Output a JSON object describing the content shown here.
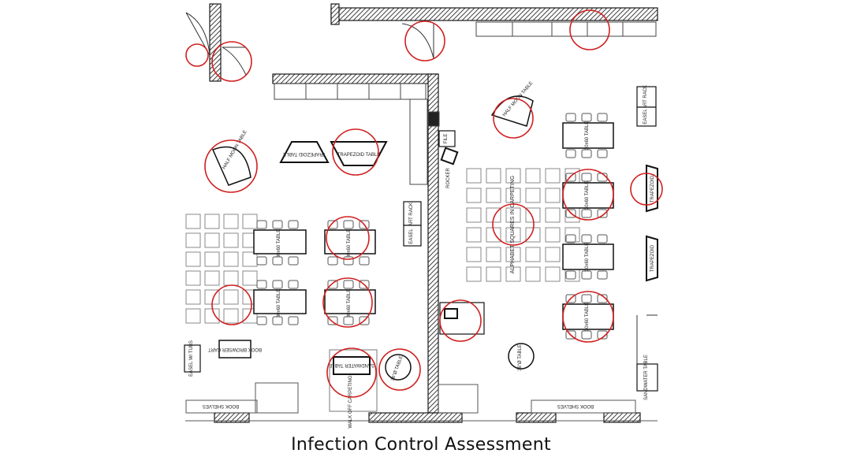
{
  "caption": "Infection Control Assessment",
  "colors": {
    "wall": "#1a1a1a",
    "hatch": "#555555",
    "marker": "#d11f1f",
    "furniture": "#333333"
  },
  "labels": {
    "table_3060": "30x60 TABLE",
    "trapezoid": "TRAPEZOID TABLE",
    "trapezoid_short": "TRAPEZOID",
    "half_moon": "HALF MOON TABLE",
    "art_rack": "ART RACK",
    "easel": "EASEL",
    "file": "FILE",
    "rocker": "ROCKER",
    "alphabet": "ALPHABET SQUARES IN CARPETING",
    "round_table": "36\"Ø TABLE",
    "sandwater_left": "SANDWATER TABLE",
    "sandwater_right": "SANDWATER TABLE",
    "walkoff": "WALK OFF CARPETING",
    "book_browser": "BOOK BROWSER CART",
    "easel_tubs": "EASEL W/ TUBS",
    "book_shelves": "BOOK SHELVES"
  },
  "icons": [
    "door-swing-icon",
    "chair-icon",
    "assessment-marker-icon"
  ]
}
